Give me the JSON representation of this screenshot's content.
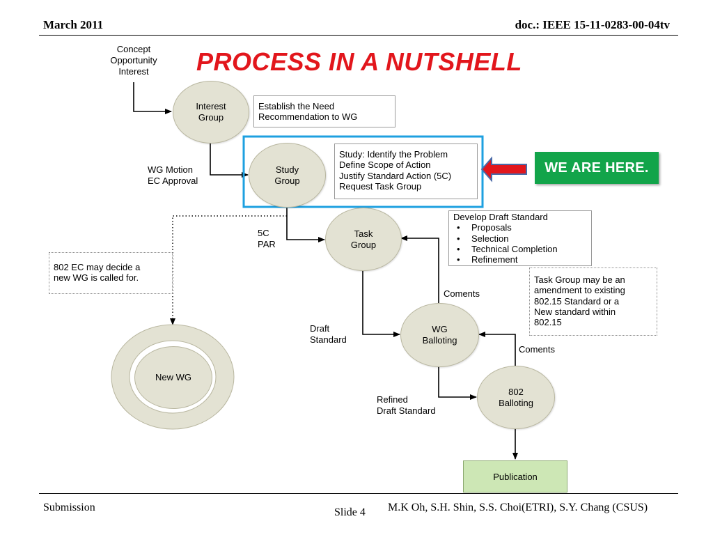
{
  "header": {
    "date": "March 2011",
    "doc_id": "doc.: IEEE 15-11-0283-00-04tv"
  },
  "title": "PROCESS IN A NUTSHELL",
  "inputs": {
    "concept": [
      "Concept",
      "Opportunity",
      "Interest"
    ]
  },
  "nodes": {
    "interest_group": [
      "Interest",
      "Group"
    ],
    "study_group": [
      "Study",
      "Group"
    ],
    "task_group": [
      "Task",
      "Group"
    ],
    "wg_balloting": [
      "WG",
      "Balloting"
    ],
    "balloting_802": [
      "802",
      "Balloting"
    ],
    "new_wg": "New WG",
    "publication": "Publication"
  },
  "boxes": {
    "establish": [
      "Establish the Need",
      "Recommendation to WG"
    ],
    "study": [
      "Study: Identify the Problem",
      "Define Scope of Action",
      "Justify Standard Action (5C)",
      "Request Task Group"
    ],
    "develop_title": "Develop Draft Standard",
    "develop_items": [
      "Proposals",
      "Selection",
      "Technical Completion",
      "Refinement"
    ],
    "ec_note": [
      "802 EC may decide a",
      "new WG is called for."
    ],
    "amendment_note": [
      "Task Group may be an",
      "amendment to existing",
      "802.15 Standard or a",
      "New standard within",
      "802.15"
    ]
  },
  "edge_labels": {
    "wg_motion": [
      "WG Motion",
      "EC Approval"
    ],
    "five_c": [
      "5C",
      "PAR"
    ],
    "comments_1": "Coments",
    "comments_2": "Coments",
    "draft": [
      "Draft",
      "Standard"
    ],
    "refined": [
      "Refined",
      "Draft Standard"
    ]
  },
  "callout": "WE ARE HERE.",
  "colors": {
    "title": "#e2161c",
    "node_fill": "#e3e2d3",
    "highlight_border": "#1ea0e0",
    "callout_bg": "#12a44a",
    "arrow_red": "#e2161c",
    "publication_fill": "#cde7b5"
  },
  "footer": {
    "left": "Submission",
    "slide": "Slide 4",
    "authors": "M.K Oh, S.H. Shin, S.S. Choi(ETRI), S.Y. Chang (CSUS)"
  }
}
